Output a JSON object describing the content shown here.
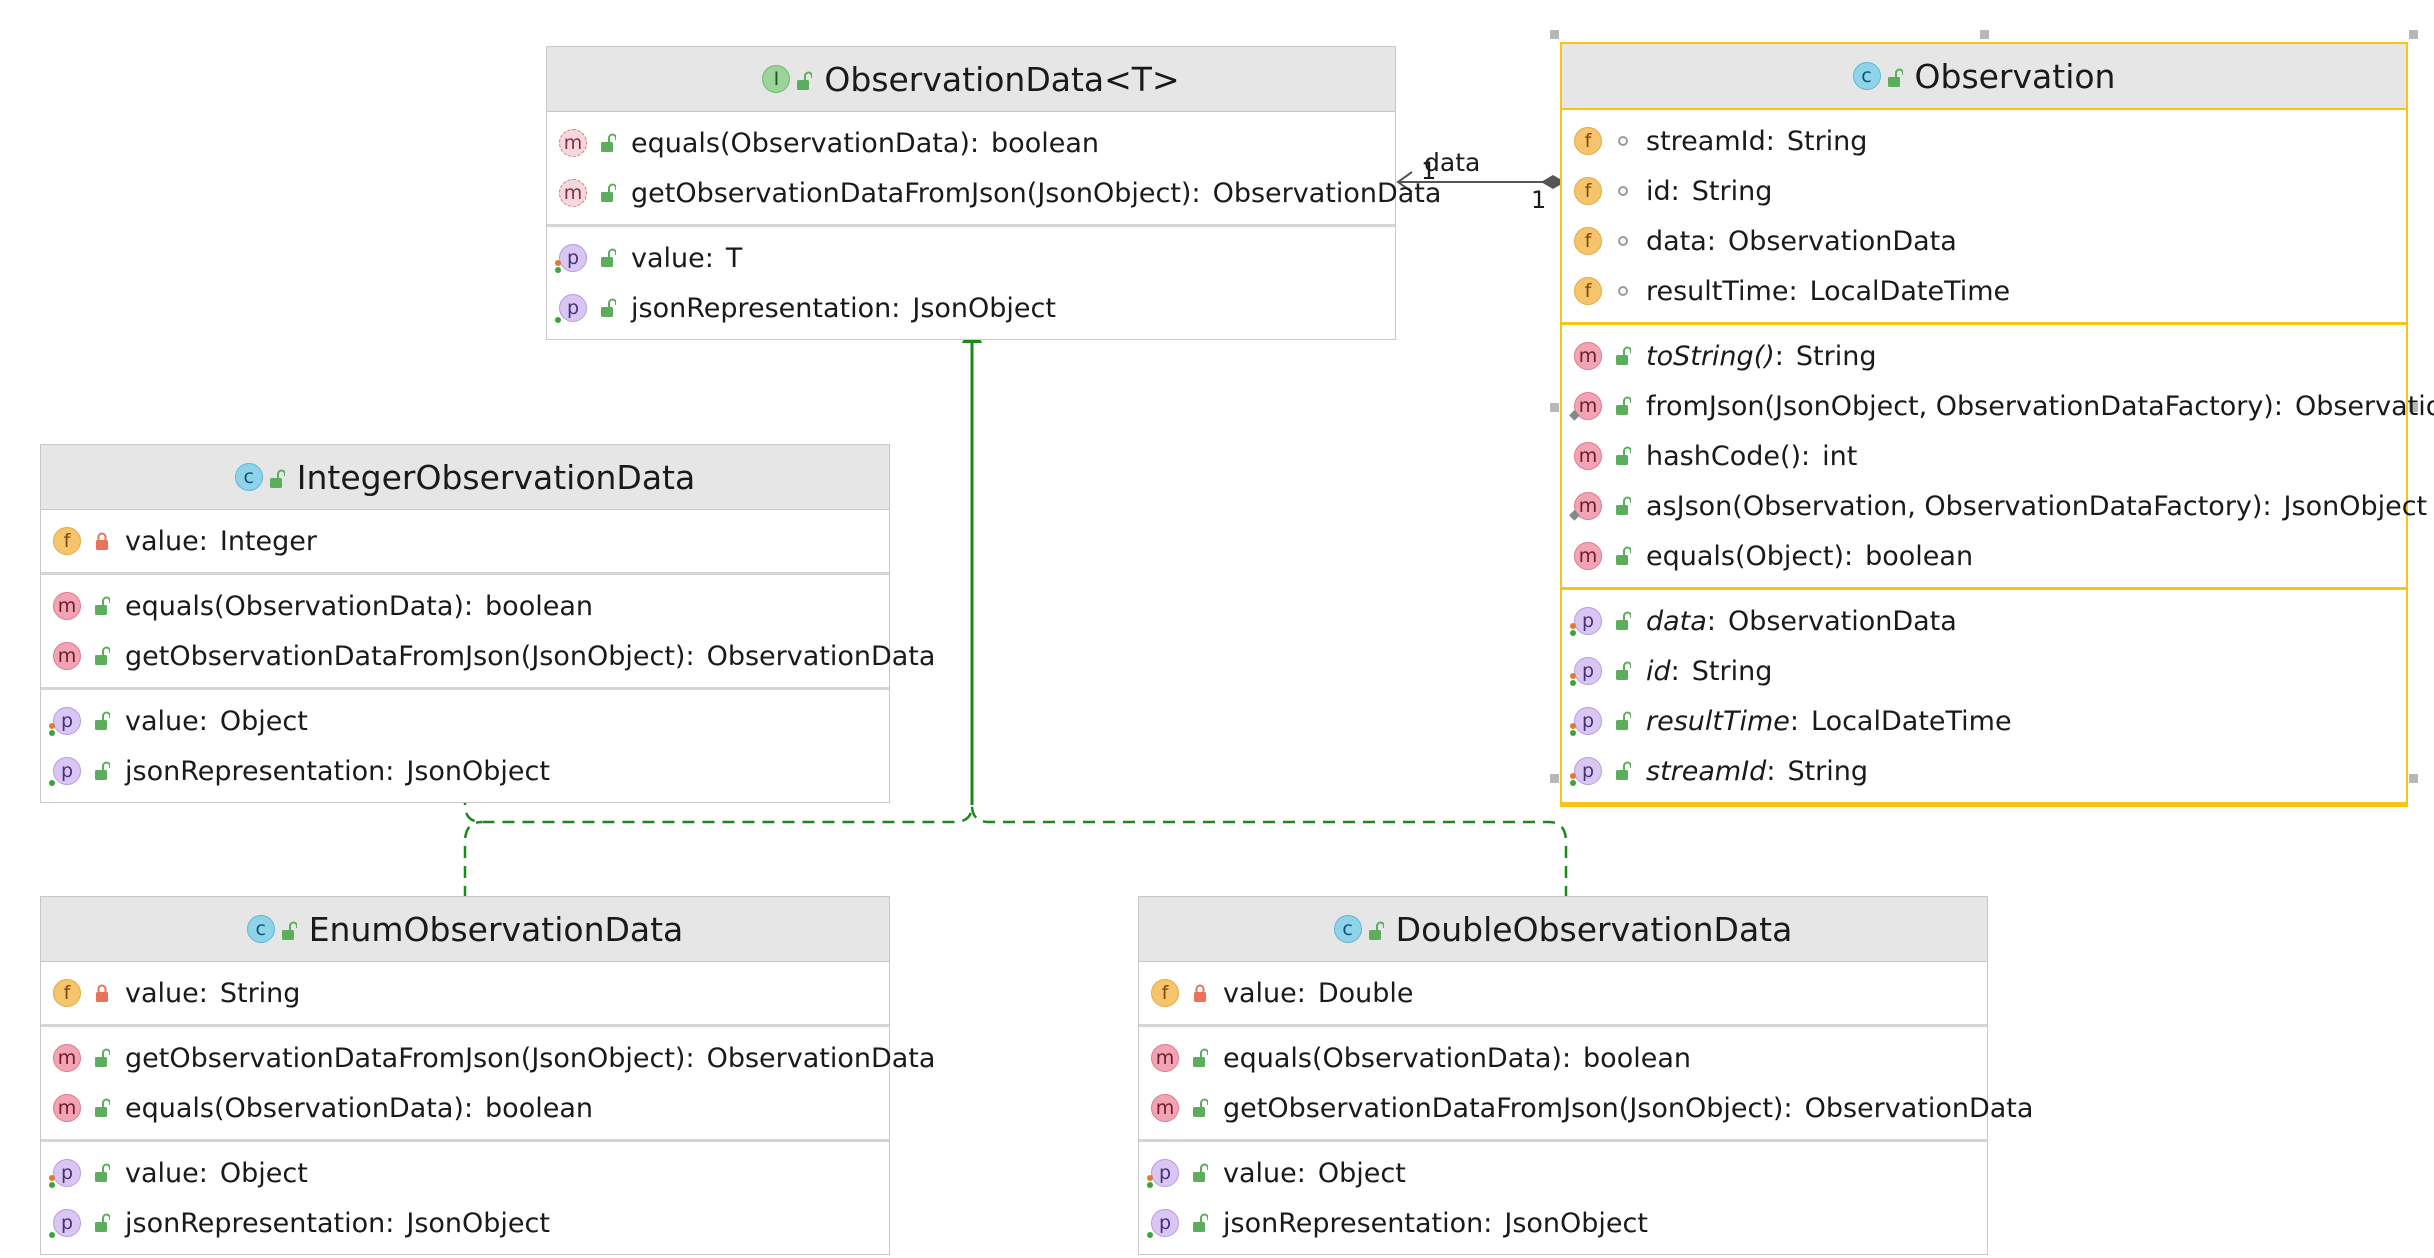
{
  "classes": {
    "observation_data": {
      "kind": "I",
      "name": "ObservationData<T>",
      "methods": [
        {
          "kind": "m",
          "abstract": true,
          "name": "equals",
          "params": "(ObservationData)",
          "ret": "boolean"
        },
        {
          "kind": "m",
          "abstract": true,
          "name": "getObservationDataFromJson",
          "params": "(JsonObject)",
          "ret": "ObservationData"
        }
      ],
      "properties": [
        {
          "kind": "p",
          "name": "value",
          "ret": "T"
        },
        {
          "kind": "p",
          "name": "jsonRepresentation",
          "ret": "JsonObject"
        }
      ]
    },
    "observation": {
      "kind": "C",
      "name": "Observation",
      "fields": [
        {
          "kind": "f",
          "name": "streamId",
          "ret": "String"
        },
        {
          "kind": "f",
          "name": "id",
          "ret": "String"
        },
        {
          "kind": "f",
          "name": "data",
          "ret": "ObservationData"
        },
        {
          "kind": "f",
          "name": "resultTime",
          "ret": "LocalDateTime"
        }
      ],
      "methods": [
        {
          "kind": "m",
          "name": "toString",
          "params": "()",
          "ret": "String",
          "italic": true
        },
        {
          "kind": "m",
          "name": "fromJson",
          "params": "(JsonObject, ObservationDataFactory)",
          "ret": "Observation",
          "static": true
        },
        {
          "kind": "m",
          "name": "hashCode",
          "params": "()",
          "ret": "int"
        },
        {
          "kind": "m",
          "name": "asJson",
          "params": "(Observation, ObservationDataFactory)",
          "ret": "JsonObject",
          "static": true
        },
        {
          "kind": "m",
          "name": "equals",
          "params": "(Object)",
          "ret": "boolean"
        }
      ],
      "properties": [
        {
          "kind": "p",
          "name": "data",
          "ret": "ObservationData",
          "italic": true
        },
        {
          "kind": "p",
          "name": "id",
          "ret": "String",
          "italic": true
        },
        {
          "kind": "p",
          "name": "resultTime",
          "ret": "LocalDateTime",
          "italic": true
        },
        {
          "kind": "p",
          "name": "streamId",
          "ret": "String",
          "italic": true
        }
      ]
    },
    "integer_observation_data": {
      "kind": "C",
      "name": "IntegerObservationData",
      "fields": [
        {
          "kind": "f",
          "name": "value",
          "ret": "Integer"
        }
      ],
      "methods": [
        {
          "kind": "m",
          "name": "equals",
          "params": "(ObservationData)",
          "ret": "boolean"
        },
        {
          "kind": "m",
          "name": "getObservationDataFromJson",
          "params": "(JsonObject)",
          "ret": "ObservationData"
        }
      ],
      "properties": [
        {
          "kind": "p",
          "name": "value",
          "ret": "Object"
        },
        {
          "kind": "p",
          "name": "jsonRepresentation",
          "ret": "JsonObject"
        }
      ]
    },
    "enum_observation_data": {
      "kind": "C",
      "name": "EnumObservationData",
      "fields": [
        {
          "kind": "f",
          "name": "value",
          "ret": "String"
        }
      ],
      "methods": [
        {
          "kind": "m",
          "name": "getObservationDataFromJson",
          "params": "(JsonObject)",
          "ret": "ObservationData"
        },
        {
          "kind": "m",
          "name": "equals",
          "params": "(ObservationData)",
          "ret": "boolean"
        }
      ],
      "properties": [
        {
          "kind": "p",
          "name": "value",
          "ret": "Object"
        },
        {
          "kind": "p",
          "name": "jsonRepresentation",
          "ret": "JsonObject"
        }
      ]
    },
    "double_observation_data": {
      "kind": "C",
      "name": "DoubleObservationData",
      "fields": [
        {
          "kind": "f",
          "name": "value",
          "ret": "Double"
        }
      ],
      "methods": [
        {
          "kind": "m",
          "name": "equals",
          "params": "(ObservationData)",
          "ret": "boolean"
        },
        {
          "kind": "m",
          "name": "getObservationDataFromJson",
          "params": "(JsonObject)",
          "ret": "ObservationData"
        }
      ],
      "properties": [
        {
          "kind": "p",
          "name": "value",
          "ret": "Object"
        },
        {
          "kind": "p",
          "name": "jsonRepresentation",
          "ret": "JsonObject"
        }
      ]
    }
  },
  "association": {
    "role": "data",
    "multiplicity_source": "1",
    "multiplicity_target": "1"
  },
  "colors": {
    "realization_edge": "#1a8a1a",
    "association_edge": "#555555",
    "selection": "#f5c518"
  }
}
